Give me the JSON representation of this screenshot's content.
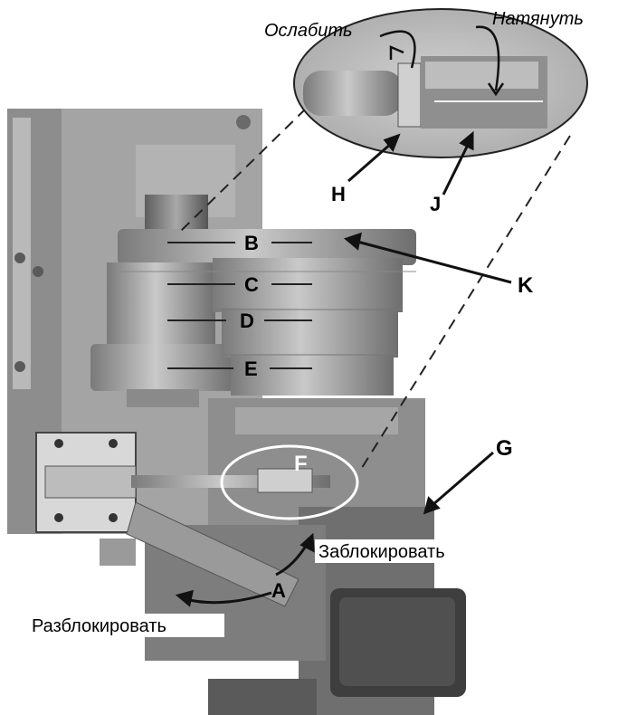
{
  "labels": {
    "B": "B",
    "C": "C",
    "D": "D",
    "E": "E",
    "F": "F",
    "G": "G",
    "H": "H",
    "J": "J",
    "K": "K",
    "A": "A"
  },
  "words": {
    "loosen": "Ослабить",
    "tighten": "Натянуть",
    "lock": "Заблокировать",
    "unlock": "Разблокировать"
  }
}
